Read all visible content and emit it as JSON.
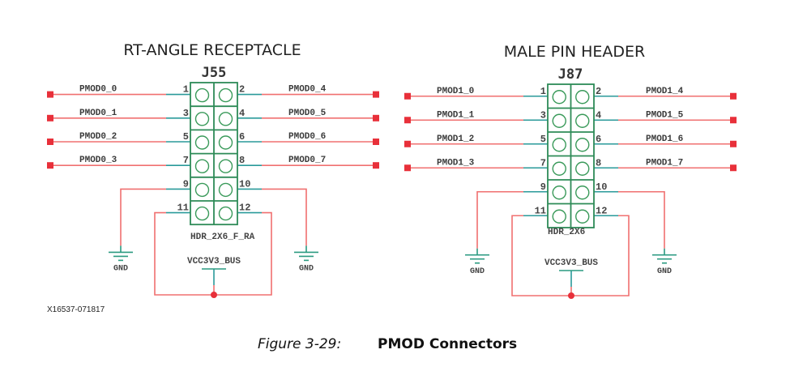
{
  "colors": {
    "wire": "#f07070",
    "pin_stub": "#2a9a9a",
    "connector_body": "#2e8b57",
    "terminal": "#e8303a"
  },
  "connectors": [
    {
      "id": "j55",
      "title": "RT-ANGLE RECEPTACLE",
      "refdes": "J55",
      "part": "HDR_2X6_F_RA",
      "left_nets": [
        "PMOD0_0",
        "PMOD0_1",
        "PMOD0_2",
        "PMOD0_3"
      ],
      "right_nets": [
        "PMOD0_4",
        "PMOD0_5",
        "PMOD0_6",
        "PMOD0_7"
      ],
      "left_pins": [
        "1",
        "3",
        "5",
        "7",
        "9",
        "11"
      ],
      "right_pins": [
        "2",
        "4",
        "6",
        "8",
        "10",
        "12"
      ],
      "gnd_label": "GND",
      "power_label": "VCC3V3_BUS"
    },
    {
      "id": "j87",
      "title": "MALE PIN HEADER",
      "refdes": "J87",
      "part": "HDR_2X6",
      "left_nets": [
        "PMOD1_0",
        "PMOD1_1",
        "PMOD1_2",
        "PMOD1_3"
      ],
      "right_nets": [
        "PMOD1_4",
        "PMOD1_5",
        "PMOD1_6",
        "PMOD1_7"
      ],
      "left_pins": [
        "1",
        "3",
        "5",
        "7",
        "9",
        "11"
      ],
      "right_pins": [
        "2",
        "4",
        "6",
        "8",
        "10",
        "12"
      ],
      "gnd_label": "GND",
      "power_label": "VCC3V3_BUS"
    }
  ],
  "drawing_id": "X16537-071817",
  "caption": {
    "number": "Figure 3-29:",
    "title": "PMOD Connectors"
  }
}
